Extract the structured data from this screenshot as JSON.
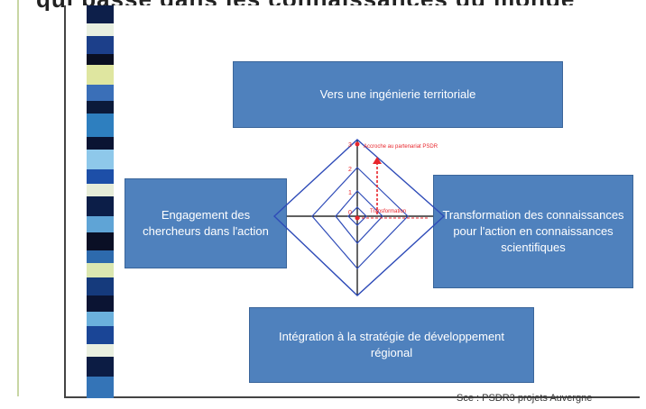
{
  "header": {
    "partial_text": "qui passe dans les connaissances du monde"
  },
  "diagram": {
    "top_box": "Vers une ingénierie territoriale",
    "left_box": "Engagement des chercheurs dans l'action",
    "right_box": "Transformation des connaissances pour l'action en connaissances scientifiques",
    "bottom_box": "Intégration à la stratégie de développement régional",
    "radar": {
      "scale_labels": [
        "3",
        "2",
        "1",
        "0"
      ],
      "annotation_top": "Accroche au partenariat PSDR",
      "annotation_right": "Transformation"
    }
  },
  "source": "Sce : PSDR3 projets Auvergne",
  "colors": {
    "box_fill": "#4f81bd",
    "radar_stroke": "#2e4bb8",
    "annotation": "#e8262c"
  }
}
